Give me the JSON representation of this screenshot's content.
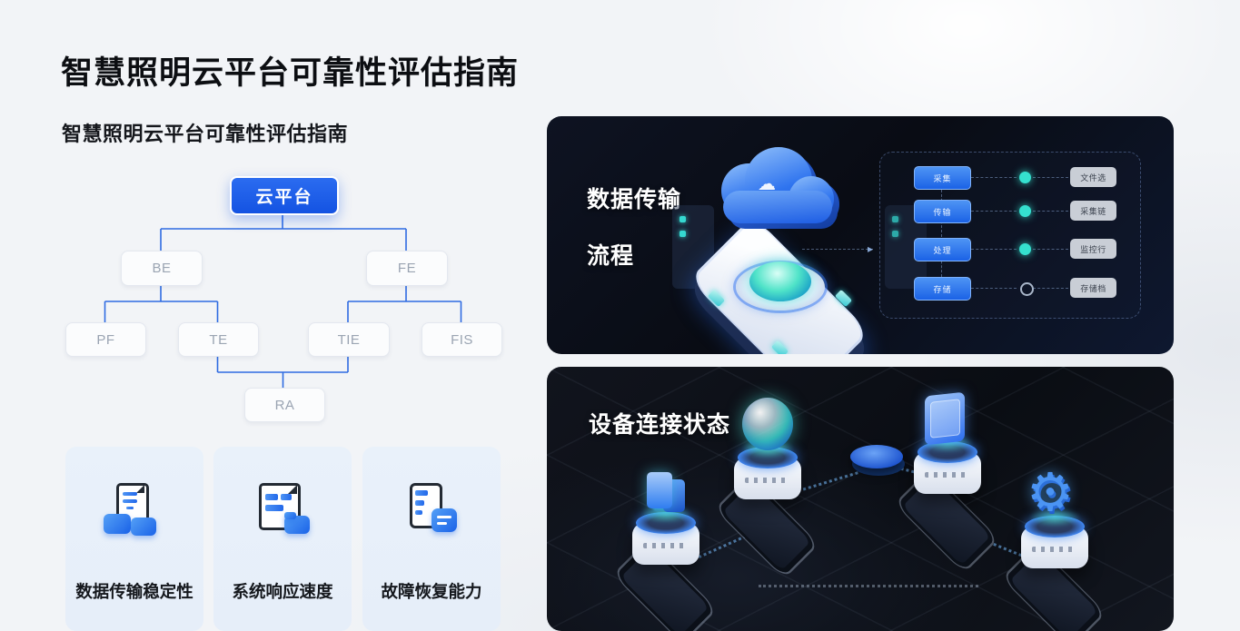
{
  "page": {
    "title": "智慧照明云平台可靠性评估指南",
    "subtitle": "智慧照明云平台可靠性评估指南"
  },
  "tree": {
    "root": {
      "label": "云平台"
    },
    "nodes": [
      {
        "label": "BE"
      },
      {
        "label": "FE"
      },
      {
        "label": "PF"
      },
      {
        "label": "TE"
      },
      {
        "label": "TIE"
      },
      {
        "label": "FIS"
      },
      {
        "label": "RA"
      }
    ]
  },
  "metric_cards": [
    {
      "label": "数据传输稳定性",
      "icon": "document-printer-icon"
    },
    {
      "label": "系统响应速度",
      "icon": "document-folder-icon"
    },
    {
      "label": "故障恢复能力",
      "icon": "tablet-note-icon"
    }
  ],
  "flow_panel": {
    "title_line1": "数据传输",
    "title_line2": "流程",
    "rows": [
      {
        "step": "采集",
        "status": "文件选",
        "state": "active"
      },
      {
        "step": "传输",
        "status": "采集链",
        "state": "active"
      },
      {
        "step": "处理",
        "status": "监控行",
        "state": "active"
      },
      {
        "step": "存储",
        "status": "存储档",
        "state": "inactive"
      }
    ]
  },
  "device_panel": {
    "title": "设备连接状态",
    "devices": [
      {
        "name": "chip-device"
      },
      {
        "name": "orb-device"
      },
      {
        "name": "tablet-device"
      },
      {
        "name": "gear-device"
      }
    ]
  },
  "colors": {
    "accent_blue": "#1f66e8",
    "teal": "#35e0cf",
    "panel_dark": "#0b0f18",
    "card_bg": "#e9f1fa"
  }
}
